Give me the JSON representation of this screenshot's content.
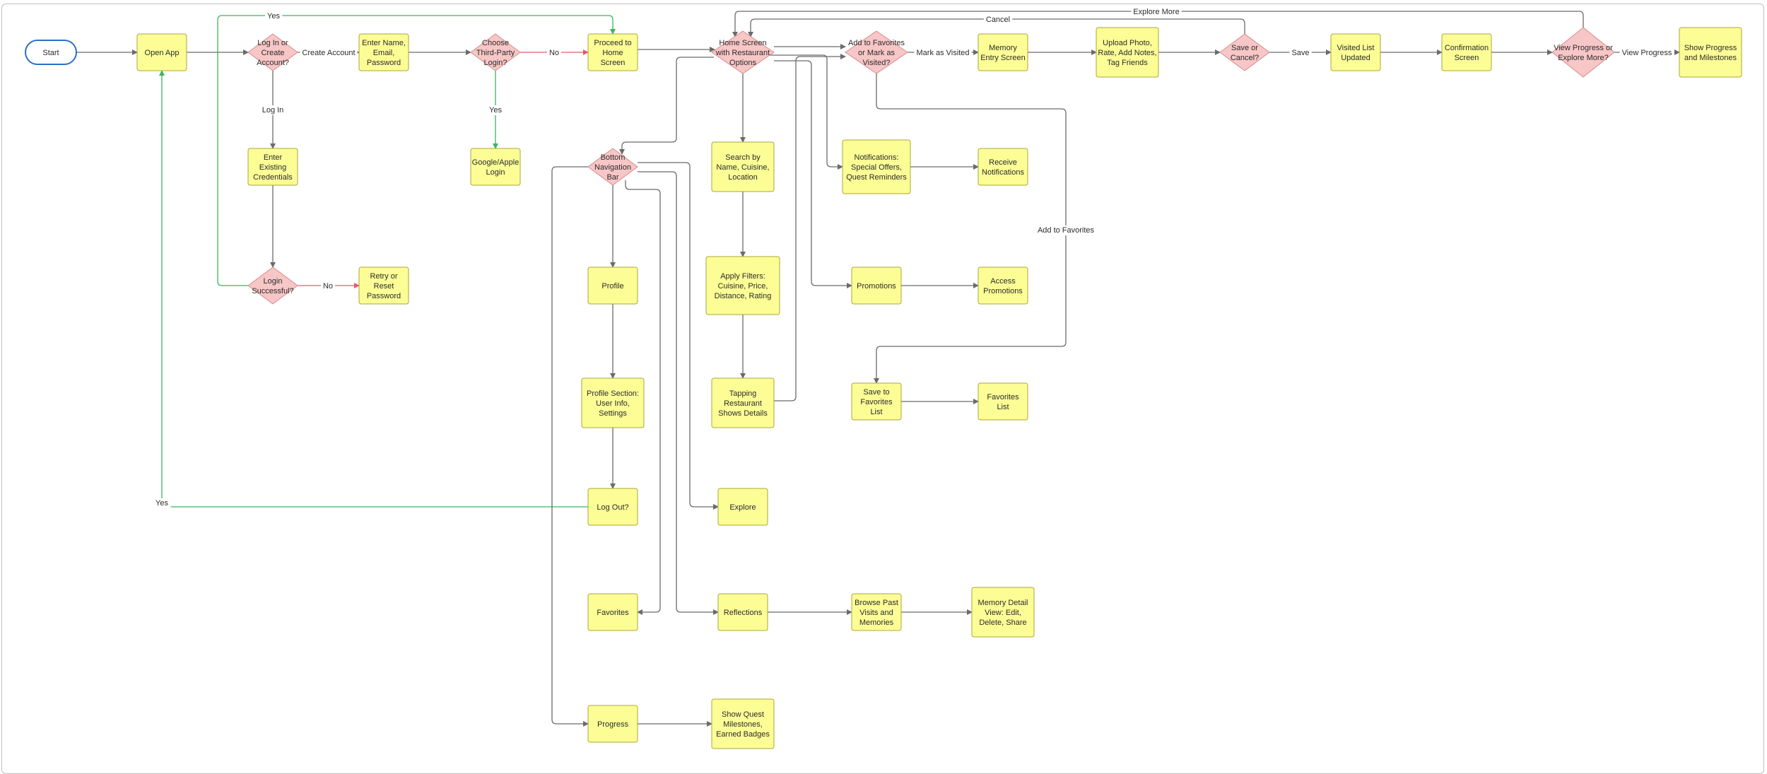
{
  "colors": {
    "process_fill": "#fdfd96",
    "process_stroke": "#a8a83a",
    "decision_fill": "#f7c6c6",
    "decision_stroke": "#d98b8b",
    "terminal_stroke": "#2a6fc9",
    "edge_default": "#6b6b6b",
    "edge_yes": "#3cb45a",
    "edge_no": "#e85a6e",
    "text": "#2b2b2b"
  },
  "nodes": [
    {
      "id": "start",
      "shape": "terminal",
      "lines": [
        "Start"
      ]
    },
    {
      "id": "open_app",
      "shape": "process",
      "lines": [
        "Open App"
      ]
    },
    {
      "id": "login_create",
      "shape": "decision",
      "lines": [
        "Log In or",
        "Create",
        "Account?"
      ]
    },
    {
      "id": "enter_name",
      "shape": "process",
      "lines": [
        "Enter Name,",
        "Email,",
        "Password"
      ]
    },
    {
      "id": "third_party",
      "shape": "decision",
      "lines": [
        "Choose",
        "Third-Party",
        "Login?"
      ]
    },
    {
      "id": "proceed_home",
      "shape": "process",
      "lines": [
        "Proceed to",
        "Home",
        "Screen"
      ]
    },
    {
      "id": "home_screen",
      "shape": "decision",
      "lines": [
        "Home Screen",
        "with Restaurant",
        "Options"
      ]
    },
    {
      "id": "fav_or_visited",
      "shape": "decision",
      "lines": [
        "Add to Favorites",
        "or Mark as",
        "Visited?"
      ]
    },
    {
      "id": "memory_entry",
      "shape": "process",
      "lines": [
        "Memory",
        "Entry Screen"
      ]
    },
    {
      "id": "upload_photo",
      "shape": "process",
      "lines": [
        "Upload Photo,",
        "Rate, Add Notes,",
        "Tag Friends"
      ]
    },
    {
      "id": "save_cancel",
      "shape": "decision",
      "lines": [
        "Save or",
        "Cancel?"
      ]
    },
    {
      "id": "visited_updated",
      "shape": "process",
      "lines": [
        "Visited List",
        "Updated"
      ]
    },
    {
      "id": "confirmation",
      "shape": "process",
      "lines": [
        "Confirmation",
        "Screen"
      ]
    },
    {
      "id": "view_progress",
      "shape": "decision",
      "lines": [
        "View Progress or",
        "Explore More?"
      ]
    },
    {
      "id": "show_progress",
      "shape": "process",
      "lines": [
        "Show Progress",
        "and Milestones"
      ]
    },
    {
      "id": "enter_existing",
      "shape": "process",
      "lines": [
        "Enter",
        "Existing",
        "Credentials"
      ]
    },
    {
      "id": "login_success",
      "shape": "decision",
      "lines": [
        "Login",
        "Successful?"
      ]
    },
    {
      "id": "retry",
      "shape": "process",
      "lines": [
        "Retry or",
        "Reset",
        "Password"
      ]
    },
    {
      "id": "google_apple",
      "shape": "process",
      "lines": [
        "Google/Apple",
        "Login"
      ]
    },
    {
      "id": "bottom_nav",
      "shape": "decision",
      "lines": [
        "Bottom",
        "Navigation",
        "Bar"
      ]
    },
    {
      "id": "search",
      "shape": "process",
      "lines": [
        "Search by",
        "Name, Cuisine,",
        "Location"
      ]
    },
    {
      "id": "notifications",
      "shape": "process",
      "lines": [
        "Notifications:",
        "Special Offers,",
        "Quest Reminders"
      ]
    },
    {
      "id": "receive_notif",
      "shape": "process",
      "lines": [
        "Receive",
        "Notifications"
      ]
    },
    {
      "id": "profile",
      "shape": "process",
      "lines": [
        "Profile"
      ]
    },
    {
      "id": "filters",
      "shape": "process",
      "lines": [
        "Apply Filters:",
        "Cuisine, Price,",
        "Distance, Rating"
      ]
    },
    {
      "id": "promotions",
      "shape": "process",
      "lines": [
        "Promotions"
      ]
    },
    {
      "id": "access_promotions",
      "shape": "process",
      "lines": [
        "Access",
        "Promotions"
      ]
    },
    {
      "id": "profile_section",
      "shape": "process",
      "lines": [
        "Profile Section:",
        "User Info,",
        "Settings"
      ]
    },
    {
      "id": "tapping",
      "shape": "process",
      "lines": [
        "Tapping",
        "Restaurant",
        "Shows Details"
      ]
    },
    {
      "id": "save_favorites",
      "shape": "process",
      "lines": [
        "Save to",
        "Favorites",
        "List"
      ]
    },
    {
      "id": "favorites_list",
      "shape": "process",
      "lines": [
        "Favorites",
        "List"
      ]
    },
    {
      "id": "log_out",
      "shape": "process",
      "lines": [
        "Log Out?"
      ]
    },
    {
      "id": "explore",
      "shape": "process",
      "lines": [
        "Explore"
      ]
    },
    {
      "id": "favorites",
      "shape": "process",
      "lines": [
        "Favorites"
      ]
    },
    {
      "id": "reflections",
      "shape": "process",
      "lines": [
        "Reflections"
      ]
    },
    {
      "id": "browse_past",
      "shape": "process",
      "lines": [
        "Browse Past",
        "Visits and",
        "Memories"
      ]
    },
    {
      "id": "memory_detail",
      "shape": "process",
      "lines": [
        "Memory Detail",
        "View: Edit,",
        "Delete, Share"
      ]
    },
    {
      "id": "progress",
      "shape": "process",
      "lines": [
        "Progress"
      ]
    },
    {
      "id": "show_quest",
      "shape": "process",
      "lines": [
        "Show Quest",
        "Milestones,",
        "Earned Badges"
      ]
    }
  ],
  "edges": [
    {
      "id": "e1",
      "from": "start",
      "to": "open_app",
      "label": "",
      "kind": "default"
    },
    {
      "id": "e2",
      "from": "open_app",
      "to": "login_create",
      "label": "",
      "kind": "default"
    },
    {
      "id": "e3",
      "from": "login_create",
      "to": "enter_name",
      "label": "Create Account",
      "kind": "default"
    },
    {
      "id": "e4",
      "from": "enter_name",
      "to": "third_party",
      "label": "",
      "kind": "default"
    },
    {
      "id": "e5",
      "from": "third_party",
      "to": "proceed_home",
      "label": "No",
      "kind": "no"
    },
    {
      "id": "e6",
      "from": "proceed_home",
      "to": "home_screen",
      "label": "",
      "kind": "default"
    },
    {
      "id": "e7",
      "from": "home_screen",
      "to": "fav_or_visited",
      "label": "",
      "kind": "default"
    },
    {
      "id": "e8",
      "from": "fav_or_visited",
      "to": "memory_entry",
      "label": "Mark as Visited",
      "kind": "default"
    },
    {
      "id": "e9",
      "from": "memory_entry",
      "to": "upload_photo",
      "label": "",
      "kind": "default"
    },
    {
      "id": "e10",
      "from": "upload_photo",
      "to": "save_cancel",
      "label": "",
      "kind": "default"
    },
    {
      "id": "e11",
      "from": "save_cancel",
      "to": "visited_updated",
      "label": "Save",
      "kind": "default"
    },
    {
      "id": "e12",
      "from": "visited_updated",
      "to": "confirmation",
      "label": "",
      "kind": "default"
    },
    {
      "id": "e13",
      "from": "confirmation",
      "to": "view_progress",
      "label": "",
      "kind": "default"
    },
    {
      "id": "e14",
      "from": "view_progress",
      "to": "show_progress",
      "label": "View Progress",
      "kind": "default"
    },
    {
      "id": "e15",
      "from": "view_progress",
      "to": "home_screen",
      "label": "Explore More",
      "kind": "default"
    },
    {
      "id": "e16",
      "from": "save_cancel",
      "to": "home_screen",
      "label": "Cancel",
      "kind": "default"
    },
    {
      "id": "e17",
      "from": "login_create",
      "to": "enter_existing",
      "label": "Log In",
      "kind": "default"
    },
    {
      "id": "e18",
      "from": "enter_existing",
      "to": "login_success",
      "label": "",
      "kind": "default"
    },
    {
      "id": "e19",
      "from": "login_success",
      "to": "retry",
      "label": "No",
      "kind": "no"
    },
    {
      "id": "e20",
      "from": "login_success",
      "to": "proceed_home",
      "label": "Yes",
      "kind": "yes"
    },
    {
      "id": "e21",
      "from": "third_party",
      "to": "google_apple",
      "label": "Yes",
      "kind": "yes"
    },
    {
      "id": "e22",
      "from": "home_screen",
      "to": "search",
      "label": "",
      "kind": "default"
    },
    {
      "id": "e23",
      "from": "search",
      "to": "filters",
      "label": "",
      "kind": "default"
    },
    {
      "id": "e24",
      "from": "filters",
      "to": "tapping",
      "label": "",
      "kind": "default"
    },
    {
      "id": "e25",
      "from": "tapping",
      "to": "fav_or_visited",
      "label": "",
      "kind": "default"
    },
    {
      "id": "e26",
      "from": "home_screen",
      "to": "bottom_nav",
      "label": "",
      "kind": "default"
    },
    {
      "id": "e27",
      "from": "home_screen",
      "to": "notifications",
      "label": "",
      "kind": "default"
    },
    {
      "id": "e28",
      "from": "notifications",
      "to": "receive_notif",
      "label": "",
      "kind": "default"
    },
    {
      "id": "e29",
      "from": "home_screen",
      "to": "promotions",
      "label": "",
      "kind": "default"
    },
    {
      "id": "e30",
      "from": "promotions",
      "to": "access_promotions",
      "label": "",
      "kind": "default"
    },
    {
      "id": "e31",
      "from": "fav_or_visited",
      "to": "save_favorites",
      "label": "Add to Favorites",
      "kind": "default"
    },
    {
      "id": "e32",
      "from": "save_favorites",
      "to": "favorites_list",
      "label": "",
      "kind": "default"
    },
    {
      "id": "e33",
      "from": "bottom_nav",
      "to": "profile",
      "label": "",
      "kind": "default"
    },
    {
      "id": "e34",
      "from": "profile",
      "to": "profile_section",
      "label": "",
      "kind": "default"
    },
    {
      "id": "e35",
      "from": "profile_section",
      "to": "log_out",
      "label": "",
      "kind": "default"
    },
    {
      "id": "e36",
      "from": "log_out",
      "to": "open_app",
      "label": "Yes",
      "kind": "yes"
    },
    {
      "id": "e37",
      "from": "bottom_nav",
      "to": "explore",
      "label": "",
      "kind": "default"
    },
    {
      "id": "e38",
      "from": "bottom_nav",
      "to": "favorites",
      "label": "",
      "kind": "default"
    },
    {
      "id": "e39",
      "from": "bottom_nav",
      "to": "reflections",
      "label": "",
      "kind": "default"
    },
    {
      "id": "e40",
      "from": "reflections",
      "to": "browse_past",
      "label": "",
      "kind": "default"
    },
    {
      "id": "e41",
      "from": "browse_past",
      "to": "memory_detail",
      "label": "",
      "kind": "default"
    },
    {
      "id": "e42",
      "from": "bottom_nav",
      "to": "progress",
      "label": "",
      "kind": "default"
    },
    {
      "id": "e43",
      "from": "progress",
      "to": "show_quest",
      "label": "",
      "kind": "default"
    }
  ]
}
